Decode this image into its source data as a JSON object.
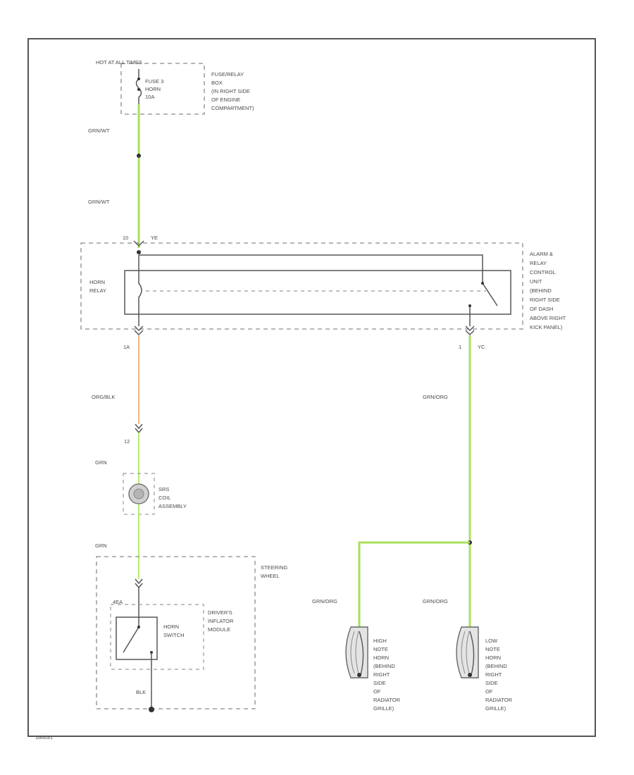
{
  "diagram": {
    "hot_label": "HOT AT ALL TIMES",
    "fuse_label_1": "FUSE 3",
    "fuse_label_2": "HORN",
    "fuse_label_3": "10A",
    "fuse_box_1": "FUSE/RELAY",
    "fuse_box_2": "BOX",
    "fuse_box_3": "(IN RIGHT SIDE",
    "fuse_box_4": "OF ENGINE",
    "fuse_box_5": "COMPARTMENT)",
    "wire_grn_wt_1": "GRN/WT",
    "wire_grn_wt_2": "GRN/WT",
    "relay_pin_top_1": "10",
    "relay_pin_top_2": "YE",
    "horn_relay_1": "HORN",
    "horn_relay_2": "RELAY",
    "alarm_1": "ALARM &",
    "alarm_2": "RELAY",
    "alarm_3": "CONTROL",
    "alarm_4": "UNIT",
    "alarm_5": "(BEHIND",
    "alarm_6": "RIGHT SIDE",
    "alarm_7": "OF DASH",
    "alarm_8": "ABOVE RIGHT",
    "alarm_9": "KICK PANEL)",
    "pin_1a": "1A",
    "pin_1": "1",
    "pin_yc": "YC",
    "wire_org_blk": "ORG/BLK",
    "wire_grn_org_1": "GRN/ORG",
    "pin_12": "12",
    "wire_grn_1": "GRN",
    "cable_reel_1": "SRS",
    "cable_reel_2": "COIL",
    "cable_reel_3": "ASSEMBLY",
    "wire_grn_2": "GRN",
    "steering_1": "STEERING",
    "steering_2": "WHEEL",
    "pin_4ea": "4EA",
    "horn_switch_1": "HORN",
    "horn_switch_2": "SWITCH",
    "drivers_1": "DRIVER'S",
    "drivers_2": "INFLATOR",
    "drivers_3": "MODULE",
    "wire_blk": "BLK",
    "wire_grn_org_2": "GRN/ORG",
    "wire_grn_org_3": "GRN/ORG",
    "high_1": "HIGH",
    "high_2": "NOTE",
    "high_3": "HORN",
    "high_4": "(BEHIND",
    "high_5": "RIGHT",
    "high_6": "SIDE",
    "high_7": "OF",
    "high_8": "RADIATOR",
    "high_9": "GRILLE)",
    "low_1": "LOW",
    "low_2": "NOTE",
    "low_3": "HORN",
    "low_4": "(BEHIND",
    "low_5": "RIGHT",
    "low_6": "SIDE",
    "low_7": "OF",
    "low_8": "RADIATOR",
    "low_9": "GRILLE)",
    "footer_code": "160031"
  },
  "colors": {
    "green_wire": "#a8e05a",
    "orange_wire": "#f0b58a",
    "frame": "#555555"
  }
}
